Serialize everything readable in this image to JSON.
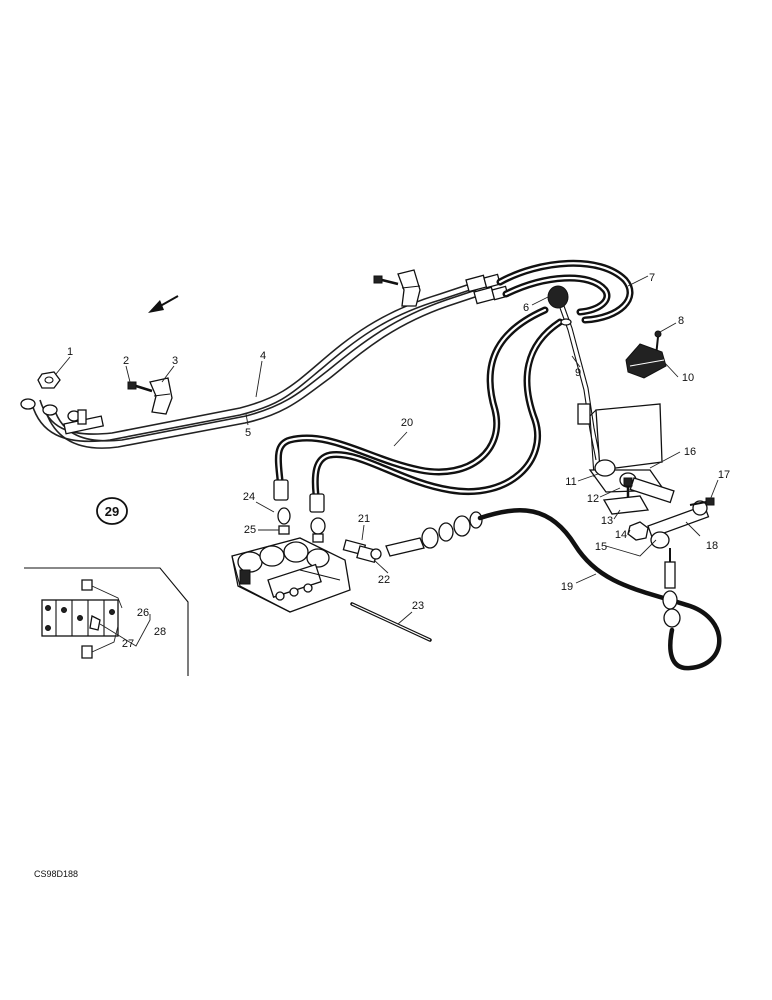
{
  "callouts": {
    "c1": "1",
    "c2": "2",
    "c3": "3",
    "c4": "4",
    "c5": "5",
    "c6": "6",
    "c7": "7",
    "c8": "8",
    "c9": "9",
    "c10": "10",
    "c11": "11",
    "c12": "12",
    "c13": "13",
    "c14": "14",
    "c15": "15",
    "c16": "16",
    "c17": "17",
    "c18": "18",
    "c19": "19",
    "c20": "20",
    "c21": "21",
    "c22": "22",
    "c23": "23",
    "c24": "24",
    "c25": "25",
    "c26": "26",
    "c27": "27",
    "c28": "28"
  },
  "badge": "29",
  "drawing_code": "CS98D188"
}
